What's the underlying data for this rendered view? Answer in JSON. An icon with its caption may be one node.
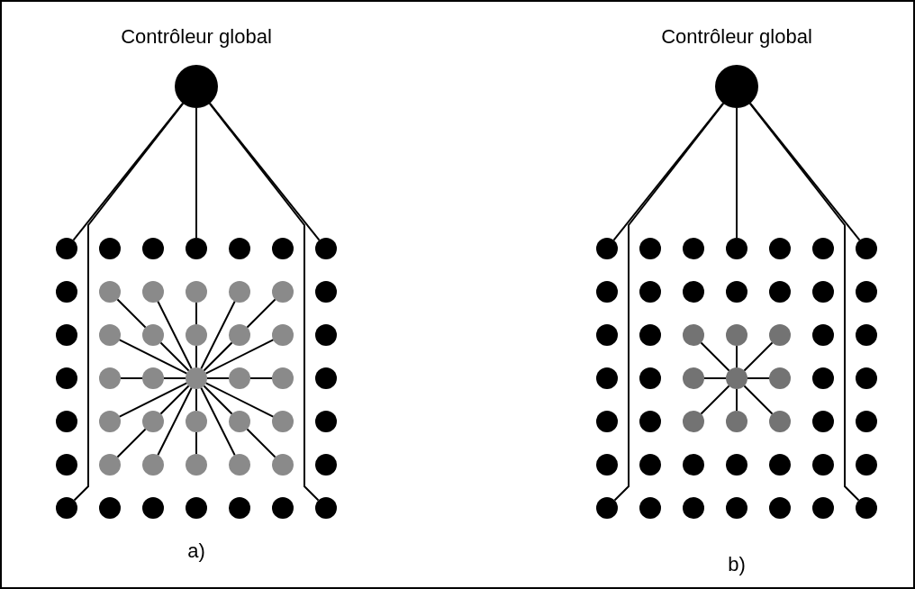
{
  "diagram": {
    "nodes": [
      {
        "text": [
          "Contrôleur global"
        ]
      },
      {
        "text": [],
        "shape": "circle"
      },
      {
        "text": [],
        "shape": "circle"
      },
      {
        "text": [],
        "shape": "circle"
      },
      {
        "text": [],
        "shape": "circle"
      },
      {
        "text": [],
        "shape": "circle"
      },
      {
        "text": [],
        "shape": "circle"
      },
      {
        "text": [],
        "shape": "circle"
      },
      {
        "text": [],
        "shape": "circle"
      },
      {
        "text": [],
        "shape": "circle"
      },
      {
        "text": [],
        "shape": "circle"
      },
      {
        "text": [],
        "shape": "circle"
      },
      {
        "text": [],
        "shape": "circle"
      },
      {
        "text": [],
        "shape": "circle"
      },
      {
        "text": [],
        "shape": "circle"
      },
      {
        "text": [],
        "shape": "circle"
      },
      {
        "text": [],
        "shape": "circle"
      },
      {
        "text": [],
        "shape": "circle"
      },
      {
        "text": [],
        "shape": "circle"
      },
      {
        "text": [],
        "shape": "circle"
      },
      {
        "text": [],
        "shape": "circle"
      },
      {
        "text": [],
        "shape": "circle"
      },
      {
        "text": [],
        "shape": "circle"
      },
      {
        "text": [],
        "shape": "circle"
      },
      {
        "text": [],
        "shape": "circle"
      },
      {
        "text": [],
        "shape": "circle"
      },
      {
        "text": [],
        "shape": "circle"
      },
      {
        "text": [],
        "shape": "circle"
      },
      {
        "text": [],
        "shape": "circle"
      },
      {
        "text": [],
        "shape": "circle"
      },
      {
        "text": [],
        "shape": "circle"
      },
      {
        "text": [],
        "shape": "circle"
      },
      {
        "text": [],
        "shape": "circle"
      },
      {
        "text": [],
        "shape": "circle"
      },
      {
        "text": [],
        "shape": "circle"
      },
      {
        "text": [],
        "shape": "circle"
      },
      {
        "text": [],
        "shape": "circle"
      },
      {
        "text": [],
        "shape": "circle"
      },
      {
        "text": [],
        "shape": "circle"
      },
      {
        "text": [],
        "shape": "circle"
      },
      {
        "text": [],
        "shape": "circle"
      },
      {
        "text": [],
        "shape": "circle"
      },
      {
        "text": [],
        "shape": "circle"
      },
      {
        "text": [],
        "shape": "circle"
      },
      {
        "text": [],
        "shape": "circle"
      },
      {
        "text": [],
        "shape": "circle"
      },
      {
        "text": [],
        "shape": "circle"
      },
      {
        "text": [],
        "shape": "circle"
      },
      {
        "text": [],
        "shape": "circle"
      },
      {
        "text": [],
        "shape": "circle"
      },
      {
        "text": [
          "Contrôleur global"
        ]
      },
      {
        "text": [],
        "shape": "circle"
      },
      {
        "text": [],
        "shape": "circle"
      },
      {
        "text": [],
        "shape": "circle"
      },
      {
        "text": [],
        "shape": "circle"
      },
      {
        "text": [],
        "shape": "circle"
      },
      {
        "text": [],
        "shape": "circle"
      },
      {
        "text": [],
        "shape": "circle"
      },
      {
        "text": [],
        "shape": "circle"
      },
      {
        "text": [],
        "shape": "circle"
      },
      {
        "text": [],
        "shape": "circle"
      },
      {
        "text": [],
        "shape": "circle"
      },
      {
        "text": [],
        "shape": "circle"
      },
      {
        "text": [],
        "shape": "circle"
      },
      {
        "text": [],
        "shape": "circle"
      },
      {
        "text": [],
        "shape": "circle"
      },
      {
        "text": [],
        "shape": "circle"
      },
      {
        "text": [],
        "shape": "circle"
      },
      {
        "text": [],
        "shape": "circle"
      },
      {
        "text": [],
        "shape": "circle"
      },
      {
        "text": [],
        "shape": "circle"
      },
      {
        "text": [],
        "shape": "circle"
      },
      {
        "text": [],
        "shape": "circle"
      },
      {
        "text": [],
        "shape": "circle"
      },
      {
        "text": [],
        "shape": "circle"
      },
      {
        "text": [],
        "shape": "circle"
      },
      {
        "text": [],
        "shape": "circle"
      },
      {
        "text": [],
        "shape": "circle"
      },
      {
        "text": [],
        "shape": "circle"
      },
      {
        "text": [],
        "shape": "circle"
      },
      {
        "text": [],
        "shape": "circle"
      },
      {
        "text": [],
        "shape": "circle"
      },
      {
        "text": [],
        "shape": "circle"
      },
      {
        "text": [],
        "shape": "circle"
      },
      {
        "text": [],
        "shape": "circle"
      },
      {
        "text": [],
        "shape": "circle"
      },
      {
        "text": [],
        "shape": "circle"
      },
      {
        "text": [],
        "shape": "circle"
      },
      {
        "text": [],
        "shape": "circle"
      },
      {
        "text": [],
        "shape": "circle"
      },
      {
        "text": [],
        "shape": "circle"
      },
      {
        "text": [],
        "shape": "circle"
      },
      {
        "text": [],
        "shape": "circle"
      },
      {
        "text": [],
        "shape": "circle"
      },
      {
        "text": [],
        "shape": "circle"
      },
      {
        "text": [],
        "shape": "circle"
      },
      {
        "text": [],
        "shape": "circle"
      },
      {
        "text": [],
        "shape": "circle"
      },
      {
        "text": [],
        "shape": "circle"
      },
      {
        "text": [],
        "shape": "circle"
      }
    ],
    "edges": [
      {
        "from": 0,
        "to": 1,
        "arrow": "none"
      },
      {
        "from": 0,
        "to": 43,
        "arrow": "none"
      },
      {
        "from": 0,
        "to": 4,
        "arrow": "none"
      },
      {
        "from": 0,
        "to": 49,
        "arrow": "none"
      },
      {
        "from": 0,
        "to": 7,
        "arrow": "none"
      },
      {
        "from": 17,
        "to": 9,
        "arrow": "none"
      },
      {
        "from": 25,
        "to": 10,
        "arrow": "none"
      },
      {
        "from": 18,
        "to": 11,
        "arrow": "none"
      },
      {
        "from": 25,
        "to": 12,
        "arrow": "none"
      },
      {
        "from": 19,
        "to": 13,
        "arrow": "none"
      },
      {
        "from": 25,
        "to": 16,
        "arrow": "none"
      },
      {
        "from": 25,
        "to": 17,
        "arrow": "none"
      },
      {
        "from": 25,
        "to": 18,
        "arrow": "none"
      },
      {
        "from": 25,
        "to": 19,
        "arrow": "none"
      },
      {
        "from": 25,
        "to": 20,
        "arrow": "none"
      },
      {
        "from": 24,
        "to": 23,
        "arrow": "none"
      },
      {
        "from": 25,
        "to": 24,
        "arrow": "none"
      },
      {
        "from": 25,
        "to": 26,
        "arrow": "none"
      },
      {
        "from": 26,
        "to": 27,
        "arrow": "none"
      },
      {
        "from": 25,
        "to": 30,
        "arrow": "none"
      },
      {
        "from": 25,
        "to": 31,
        "arrow": "none"
      },
      {
        "from": 25,
        "to": 32,
        "arrow": "none"
      },
      {
        "from": 25,
        "to": 33,
        "arrow": "none"
      },
      {
        "from": 25,
        "to": 34,
        "arrow": "none"
      },
      {
        "from": 31,
        "to": 37,
        "arrow": "none"
      },
      {
        "from": 25,
        "to": 38,
        "arrow": "none"
      },
      {
        "from": 32,
        "to": 39,
        "arrow": "none"
      },
      {
        "from": 25,
        "to": 40,
        "arrow": "none"
      },
      {
        "from": 33,
        "to": 41,
        "arrow": "none"
      },
      {
        "from": 50,
        "to": 51,
        "arrow": "none"
      },
      {
        "from": 50,
        "to": 93,
        "arrow": "none"
      },
      {
        "from": 50,
        "to": 54,
        "arrow": "none"
      },
      {
        "from": 50,
        "to": 99,
        "arrow": "none"
      },
      {
        "from": 50,
        "to": 57,
        "arrow": "none"
      },
      {
        "from": 75,
        "to": 67,
        "arrow": "none"
      },
      {
        "from": 75,
        "to": 68,
        "arrow": "none"
      },
      {
        "from": 75,
        "to": 69,
        "arrow": "none"
      },
      {
        "from": 75,
        "to": 74,
        "arrow": "none"
      },
      {
        "from": 75,
        "to": 76,
        "arrow": "none"
      },
      {
        "from": 75,
        "to": 81,
        "arrow": "none"
      },
      {
        "from": 75,
        "to": 82,
        "arrow": "none"
      },
      {
        "from": 75,
        "to": 83,
        "arrow": "none"
      }
    ],
    "labels": [
      "a)",
      "b)"
    ]
  }
}
